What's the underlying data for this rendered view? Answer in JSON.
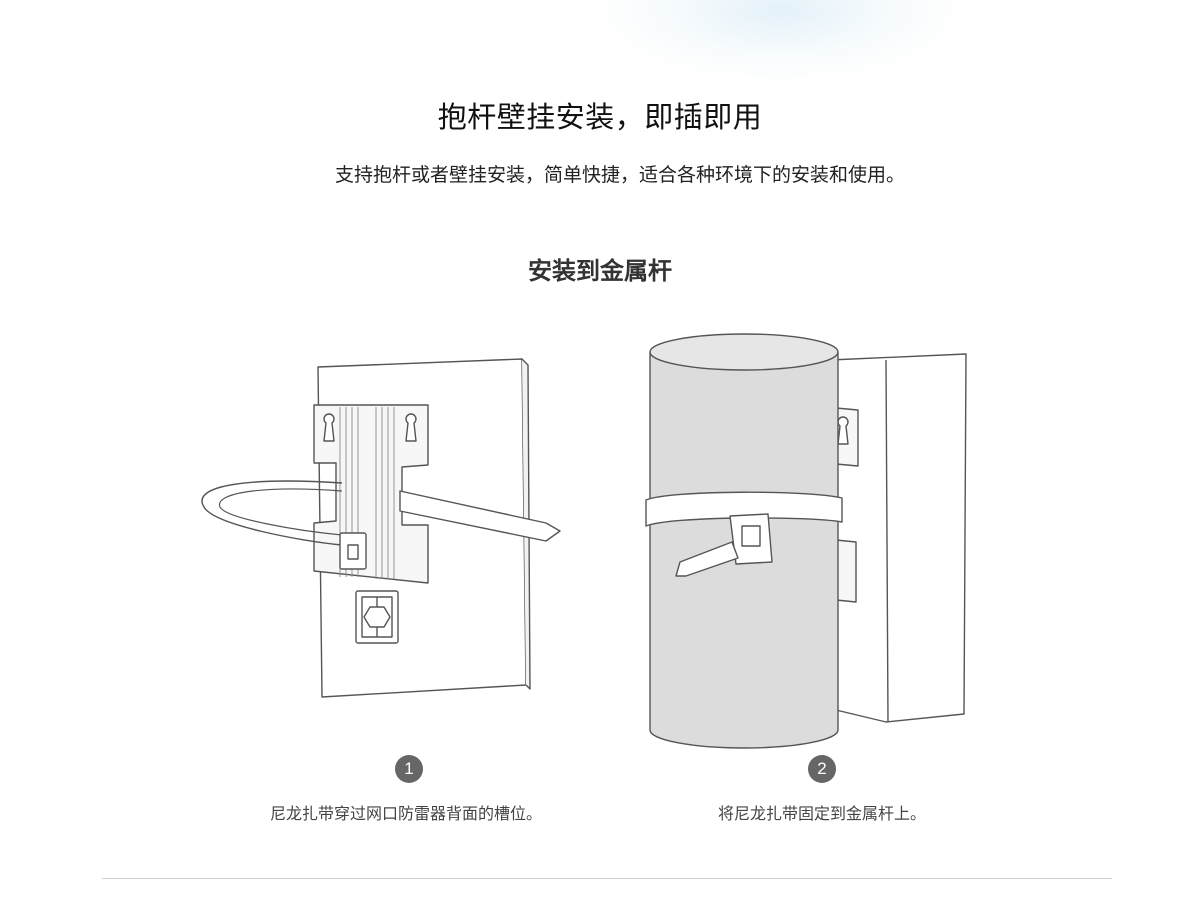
{
  "header": {
    "title": "抱杆壁挂安装，即插即用",
    "subtitle": "支持抱杆或者壁挂安装，简单快捷，适合各种环境下的安装和使用。"
  },
  "section": {
    "title": "安装到金属杆"
  },
  "steps": [
    {
      "number": "1",
      "caption": "尼龙扎带穿过网口防雷器背面的槽位。"
    },
    {
      "number": "2",
      "caption": "将尼龙扎带固定到金属杆上。"
    }
  ],
  "colors": {
    "badge": "#666666",
    "pole": "#dcdcdc",
    "line": "#555555",
    "divider": "#cfcfcf"
  }
}
